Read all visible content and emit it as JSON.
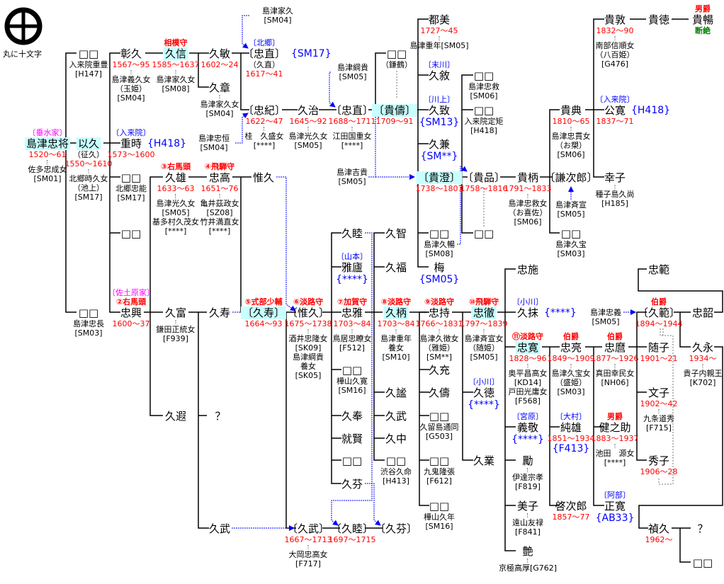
{
  "crest": {
    "label": "丸に十文字"
  },
  "nodes": [
    {
      "id": "tadamasa",
      "name": "島津忠将",
      "hl": true,
      "tag": "〔垂水家〕",
      "tag_house": true,
      "years": "1520〜61",
      "notes": [
        "佐多忠成女",
        "[SM01]"
      ]
    },
    {
      "id": "mochihisa",
      "name": "以久",
      "hl": true,
      "alias": "（征久）",
      "years": "1550〜1610",
      "notes": [
        "北郷時久女",
        "（池上）",
        "[SM17]"
      ]
    },
    {
      "id": "bb1",
      "name": "□□",
      "notes": [
        "入来院重豊",
        "[H147]"
      ]
    },
    {
      "id": "bb2",
      "name": "□□",
      "notes": [
        "島津忠長",
        "[SM03]"
      ]
    },
    {
      "id": "akihisa",
      "name": "彰久",
      "years": "1567〜95",
      "notes": [
        "島津義久女",
        "（玉姫）",
        "[SM04]"
      ]
    },
    {
      "id": "shigetoki",
      "name": "重時",
      "tag": "〔入来院〕",
      "code": "{H418}",
      "years": "1573〜1600"
    },
    {
      "id": "bb3",
      "name": "□□",
      "notes": [
        "北郷忠能",
        "[SM17]"
      ]
    },
    {
      "id": "bb4",
      "name": "□□"
    },
    {
      "id": "tadaoki",
      "name": "忠興",
      "title": "②右馬頭",
      "tag": "〔佐土原家〕",
      "tag_house": true,
      "years": "1600〜37"
    },
    {
      "id": "hisanobu",
      "name": "久信",
      "hl": true,
      "title": "相模守",
      "years": "1585〜1637",
      "notes": [
        "島津家久女",
        "[SM08]"
      ]
    },
    {
      "id": "hisatoshi",
      "name": "久敏",
      "years": "1602〜24"
    },
    {
      "id": "hisaaki",
      "name": "久章",
      "notes_sep": true,
      "notes": [
        "島津家久女",
        "[SM04]"
      ]
    },
    {
      "id": "tadatsune",
      "notes": [
        "島津忠恒",
        "[SM04]"
      ]
    },
    {
      "id": "hisao",
      "name": "久雄",
      "title": "③右馬頭",
      "years": "1633〜63",
      "notes": [
        "島津光久女",
        "[SM05]",
        "基多村久茂女",
        "[****]"
      ]
    },
    {
      "id": "tadataka",
      "name": "忠高",
      "title": "④飛騨守",
      "years": "1651〜76",
      "notes": [
        "亀井茲政女",
        "[SZ08]",
        "竹井満直女",
        "[****]"
      ]
    },
    {
      "id": "korehisa",
      "name": "惟久"
    },
    {
      "id": "hisatomi",
      "name": "久富",
      "notes_sep": true,
      "notes": [
        "鎌田正統女",
        "[F939]"
      ]
    },
    {
      "id": "hisatoshi2",
      "name": "久寿"
    },
    {
      "id": "hisatoshi3",
      "name": "〔久寿〕",
      "hl": true,
      "title": "⑤式部少輔",
      "years": "1664〜93"
    },
    {
      "id": "hisaka",
      "name": "久遐"
    },
    {
      "id": "q1",
      "name": "？"
    },
    {
      "id": "hisatake",
      "name": "久武"
    },
    {
      "id": "iehisa",
      "notes": [
        "島津家久",
        "[SM04]"
      ]
    },
    {
      "id": "tadanao",
      "name": "〔忠直〕",
      "tag": "〔北郷〕",
      "code": "{SM17}",
      "alias": "（久直）",
      "years": "1617〜41"
    },
    {
      "id": "tadanori",
      "name": "〔忠紀〕",
      "years": "1622〜47",
      "notes": [
        "桂　久盛女",
        "[****]"
      ]
    },
    {
      "id": "hisaharu",
      "name": "久治",
      "years": "1645〜92",
      "notes": [
        "島津光久女",
        "[SM05]"
      ]
    },
    {
      "id": "tsunataka",
      "notes": [
        "島津綱貴",
        "[SM05]"
      ]
    },
    {
      "id": "tadanao2",
      "name": "〔忠直〕",
      "years": "1688〜1711",
      "notes": [
        "江田国重女",
        "[****]"
      ]
    },
    {
      "id": "bb5",
      "name": "□□",
      "alias": "（鎌鶴）"
    },
    {
      "id": "takanori",
      "name": "〔貴儔〕",
      "hl": true,
      "years": "1709〜91"
    },
    {
      "id": "yoshitaka",
      "notes": [
        "島津吉貴",
        "[SM05]"
      ]
    },
    {
      "id": "tsumi",
      "name": "都美",
      "years": "1727〜45",
      "notes": [
        "島津重年[SM05]"
      ]
    },
    {
      "id": "hisanobu2",
      "name": "久敘",
      "tag": "〔末川〕"
    },
    {
      "id": "hisamune",
      "name": "久致",
      "tag": "〔川上〕",
      "code_below": "{SM13}"
    },
    {
      "id": "hisakane",
      "name": "久兼",
      "code_below": "{SM**}"
    },
    {
      "id": "takasumi",
      "name": "〔貴澄〕",
      "hl": true,
      "years": "1738〜1807"
    },
    {
      "id": "bb6",
      "name": "□□",
      "notes": [
        "島津久暢",
        "[SM08]"
      ]
    },
    {
      "id": "ume",
      "name": "梅",
      "code_below": "{SM05}"
    },
    {
      "id": "bb7",
      "name": "□□",
      "notes": [
        "島津忠救",
        "[SM06]"
      ]
    },
    {
      "id": "bb8",
      "name": "□□",
      "notes": [
        "入来院定矩",
        "[H418]"
      ]
    },
    {
      "id": "takashina",
      "name": "〔貴品〕",
      "years": "1758〜1816"
    },
    {
      "id": "bb9",
      "name": "□□"
    },
    {
      "id": "takae",
      "name": "貴柄",
      "years": "1791〜1833",
      "notes": [
        "島津忠救女",
        "（お喜佐）",
        "[SM06]"
      ]
    },
    {
      "id": "kenjiro",
      "name": "〔謙次郎〕"
    },
    {
      "id": "narinobu",
      "notes": [
        "島津斉宣",
        "[SM05]"
      ]
    },
    {
      "id": "bb10",
      "name": "□□",
      "notes": [
        "島津久宝",
        "[SM03]"
      ]
    },
    {
      "id": "takanori2",
      "name": "貴典",
      "years": "1810〜65",
      "notes": [
        "島津忠貫女",
        "（お槊）",
        "[SM06]"
      ]
    },
    {
      "id": "takaatsu",
      "name": "貴敦",
      "years": "1832〜90",
      "notes": [
        "南部信順女",
        "（八百姫）",
        "[G476]"
      ]
    },
    {
      "id": "takanori3",
      "name": "貴徳"
    },
    {
      "id": "takanobu",
      "name": "貴暢",
      "title": "男爵",
      "end": "断絶"
    },
    {
      "id": "kimihiro",
      "name": "公寛",
      "tag": "〔入来院〕",
      "code": "{H418}",
      "years": "1837〜71"
    },
    {
      "id": "sachiko",
      "name": "幸子",
      "notes_sep": true,
      "notes": [
        "種子島久尚",
        "[H185]"
      ]
    },
    {
      "id": "hisamutsu",
      "name": "久睦"
    },
    {
      "id": "garo",
      "name": "雅廬",
      "tag": "〔山本〕",
      "code_below": "{****}"
    },
    {
      "id": "tadamasa2",
      "name": "忠雅",
      "title": "⑦加賀守",
      "years": "1703〜84",
      "notes": [
        "鳥居忠瞭女",
        "[F512]"
      ]
    },
    {
      "id": "bb11",
      "name": "□□",
      "notes": [
        "樺山久寛",
        "[SM16]"
      ]
    },
    {
      "id": "hisatomo",
      "name": "久奉"
    },
    {
      "id": "shuken",
      "name": "就賢"
    },
    {
      "id": "bb12",
      "name": "□□"
    },
    {
      "id": "hisaka2",
      "name": "久芬"
    },
    {
      "id": "korehisa2",
      "name": "〔惟久〕",
      "title": "⑥淡路守",
      "years": "1675〜1738",
      "notes": [
        "酒井忠隆女",
        "[SK09]",
        "島津綱貴",
        "養女",
        "[SK05]"
      ]
    },
    {
      "id": "hisatake2",
      "name": "〔久武〕",
      "years": "1667〜1713",
      "notes": [
        "大岡忠高女",
        "[F717]"
      ]
    },
    {
      "id": "hisamutsu2",
      "name": "〔久睦〕",
      "years": "1697〜1715"
    },
    {
      "id": "hisaka3",
      "name": "〔久芬〕"
    },
    {
      "id": "hisatomo2",
      "name": "久智"
    },
    {
      "id": "hisayoshi",
      "name": "久福"
    },
    {
      "id": "hisae",
      "name": "久柄",
      "hl": true,
      "title": "⑧淡路守",
      "years": "1703〜84",
      "notes": [
        "島津重年",
        "養女",
        "[SM10]"
      ]
    },
    {
      "id": "hisashizu",
      "name": "久謐"
    },
    {
      "id": "hisatake3",
      "name": "久武"
    },
    {
      "id": "hisanaka",
      "name": "久中"
    },
    {
      "id": "bb13",
      "name": "□□",
      "notes": [
        "渋谷久命",
        "[H413]"
      ]
    },
    {
      "id": "tadamochi",
      "name": "忠持",
      "title": "⑨淡路守",
      "years": "1766〜1831",
      "notes": [
        "島津久徴女",
        "（雅姫）",
        "[SM**]"
      ]
    },
    {
      "id": "hisamitsu",
      "name": "久充"
    },
    {
      "id": "hisatomo3",
      "name": "久儔"
    },
    {
      "id": "bb14",
      "name": "□□",
      "notes": [
        "久留島通同",
        "[G503]"
      ]
    },
    {
      "id": "bb15",
      "name": "□□",
      "notes": [
        "九鬼隆張",
        "[F612]"
      ]
    },
    {
      "id": "bb16",
      "name": "□□",
      "notes": [
        "樺山久年",
        "[SM16]"
      ]
    },
    {
      "id": "tadayuki",
      "name": "忠徹",
      "hl": true,
      "title": "⑩飛騨守",
      "years": "1797〜1839",
      "notes": [
        "島津斉宣女",
        "（随姫）",
        "[SM05]"
      ]
    },
    {
      "id": "hisanori",
      "name": "久徳",
      "tag": "〔小川〕",
      "code_below": "{****}"
    },
    {
      "id": "hisanari",
      "name": "久業"
    },
    {
      "id": "tadaharu",
      "name": "忠施"
    },
    {
      "id": "hisamatsu",
      "name": "久抹",
      "tag": "〔小川〕",
      "code": "{****}"
    },
    {
      "id": "tadahiro",
      "name": "忠寛",
      "hl": true,
      "title": "⑪淡路守",
      "years": "1828〜96",
      "notes": [
        "奥平昌高女",
        "[KD14]",
        "戸田光庸女",
        "[F568]"
      ]
    },
    {
      "id": "yoshitaka2",
      "name": "義敬",
      "tag": "〔宮原〕",
      "code_below": "{****}"
    },
    {
      "id": "tsutomu",
      "name": "勵",
      "notes_sep": true,
      "notes": [
        "伊達宗孝",
        "[F819]"
      ]
    },
    {
      "id": "yoshiko",
      "name": "美子",
      "notes_sep": true,
      "notes": [
        "遠山友禄",
        "[F841]"
      ]
    },
    {
      "id": "tsuya",
      "name": "艶",
      "notes_sep": true,
      "notes": [
        "京極高厚[G762]"
      ]
    },
    {
      "id": "tadaaki",
      "name": "忠亮",
      "title": "伯爵",
      "years": "1849〜1909",
      "notes": [
        "島津久宝女",
        "（盛姫）",
        "[SM03]"
      ]
    },
    {
      "id": "sumio",
      "name": "純雄",
      "tag": "〔大村〕",
      "years": "1851〜1934",
      "code_below": "{F413}"
    },
    {
      "id": "keijiro",
      "name": "啓次郎",
      "years": "1857〜77"
    },
    {
      "id": "tadamaro",
      "name": "忠麿",
      "title": "伯爵",
      "years": "1877〜1926",
      "notes": [
        "真田幸民女",
        "[NH06]"
      ]
    },
    {
      "id": "kennosuke",
      "name": "健之助",
      "title": "男爵",
      "years": "1883〜1937",
      "notes": [
        "池田　源女",
        "[****]"
      ]
    },
    {
      "id": "masahiro",
      "name": "正寛",
      "tag": "〔阿部〕",
      "code_below": "{AB33}"
    },
    {
      "id": "tadayoshi",
      "notes": [
        "島津忠義",
        "[SM05]"
      ]
    },
    {
      "id": "hisanori2",
      "name": "〔久範〕",
      "title": "伯爵",
      "years": "1894〜1944"
    },
    {
      "id": "tadanori2",
      "name": "忠範"
    },
    {
      "id": "tadatsugu",
      "name": "忠韶"
    },
    {
      "id": "yoriko",
      "name": "随子",
      "years": "1901〜21"
    },
    {
      "id": "fumiko",
      "name": "文子",
      "years": "1902〜42",
      "notes": [
        "九条道秀",
        "[F715]"
      ]
    },
    {
      "id": "hideko",
      "name": "秀子",
      "years": "1906〜28"
    },
    {
      "id": "hisanaga",
      "name": "久永",
      "years": "1934〜",
      "notes": [
        "貴子内親王",
        "[K702]"
      ]
    },
    {
      "id": "yoshihisa",
      "name": "禎久",
      "years": "1962〜"
    },
    {
      "id": "q2",
      "name": "？"
    },
    {
      "id": "bb17",
      "name": "□□"
    }
  ]
}
